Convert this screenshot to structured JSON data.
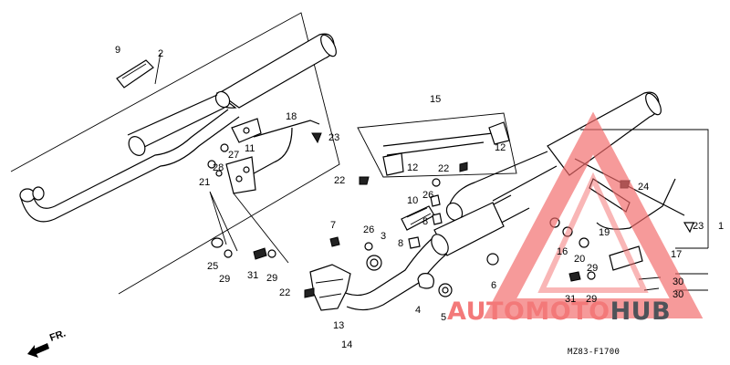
{
  "diagram": {
    "code": "MZ83-F1700",
    "direction_label": "FR."
  },
  "callouts": [
    "9",
    "2",
    "18",
    "23",
    "11",
    "27",
    "28",
    "21",
    "25",
    "29",
    "31",
    "29",
    "22",
    "14",
    "13",
    "15",
    "12",
    "12",
    "22",
    "22",
    "26",
    "10",
    "8",
    "8",
    "7",
    "26",
    "3",
    "6",
    "4",
    "5",
    "24",
    "23",
    "1",
    "16",
    "19",
    "20",
    "29",
    "17",
    "31",
    "29",
    "30",
    "30"
  ],
  "watermark": {
    "part1": "AUTO",
    "part2": "MOTO",
    "part3": "HUB",
    "color_red": "#f26b6b",
    "color_dark": "#3d4148"
  }
}
